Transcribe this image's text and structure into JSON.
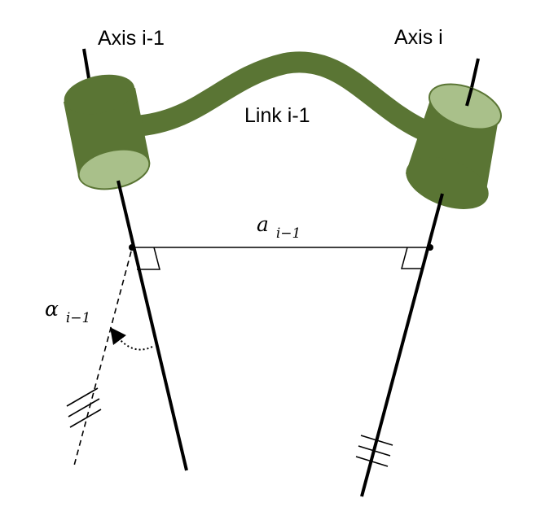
{
  "labels": {
    "axis_prev": "Axis i-1",
    "axis_curr": "Axis i",
    "link": "Link i-1",
    "link_length": {
      "symbol": "a",
      "subscript": "i−1"
    },
    "twist_angle": {
      "symbol": "α",
      "subscript": "i−1"
    }
  },
  "colors": {
    "link_body": "#5a7534",
    "link_cap": "#a9c08a",
    "line": "#000000"
  }
}
